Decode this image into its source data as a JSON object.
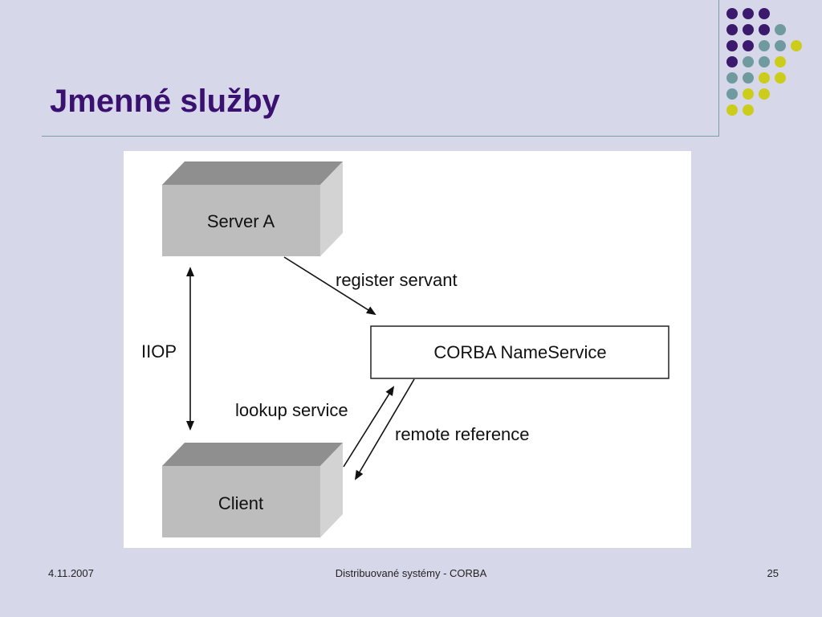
{
  "slide": {
    "title": "Jmenné služby"
  },
  "diagram": {
    "nodes": {
      "server": "Server A",
      "client": "Client",
      "nameservice": "CORBA NameService"
    },
    "edges": {
      "iiop": "IIOP",
      "register": "register servant",
      "lookup": "lookup service",
      "remote_ref": "remote reference"
    }
  },
  "footer": {
    "date": "4.11.2007",
    "center": "Distribuované systémy - CORBA",
    "page": "25"
  },
  "colors": {
    "title": "#3a1070",
    "purple": "#3b1a6e",
    "teal": "#6f9ba0",
    "yellow": "#cccc1a",
    "box_face": "#bdbdbd",
    "box_top": "#8f8f8f",
    "box_side": "#d3d3d3"
  }
}
